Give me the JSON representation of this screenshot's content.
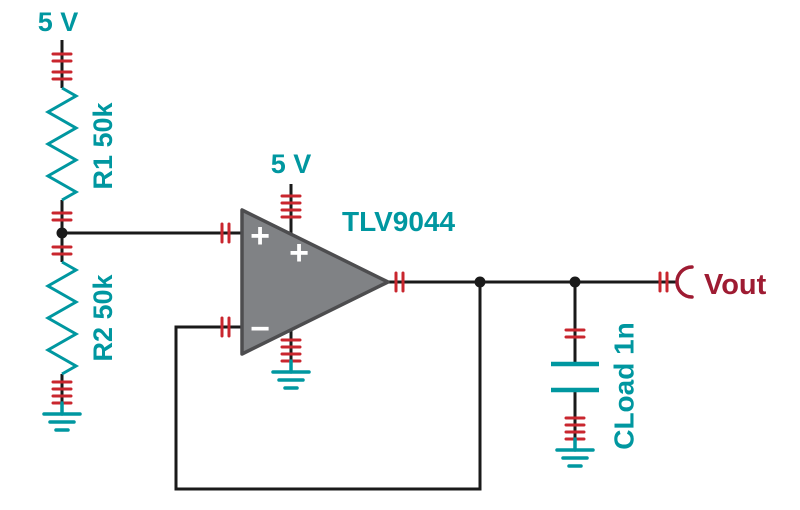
{
  "diagram": {
    "type": "circuit-schematic",
    "labels": {
      "divider_supply": "5 V",
      "opamp_supply": "5 V",
      "r1": "R1 50k",
      "r2": "R2 50k",
      "opamp_part": "TLV9044",
      "cload": "CLoad 1n",
      "vout": "Vout"
    },
    "opamp_symbols": {
      "noninverting": "+",
      "supply_plus": "+",
      "inverting": "−"
    },
    "colors": {
      "component_teal": "#0097A0",
      "pin_red": "#C9262E",
      "net_label_maroon": "#9E1B32",
      "wire_black": "#1A1A1A",
      "opamp_fill_gray": "#808285",
      "opamp_outline_gray": "#4D4D4F",
      "background": "#FFFFFF"
    }
  }
}
